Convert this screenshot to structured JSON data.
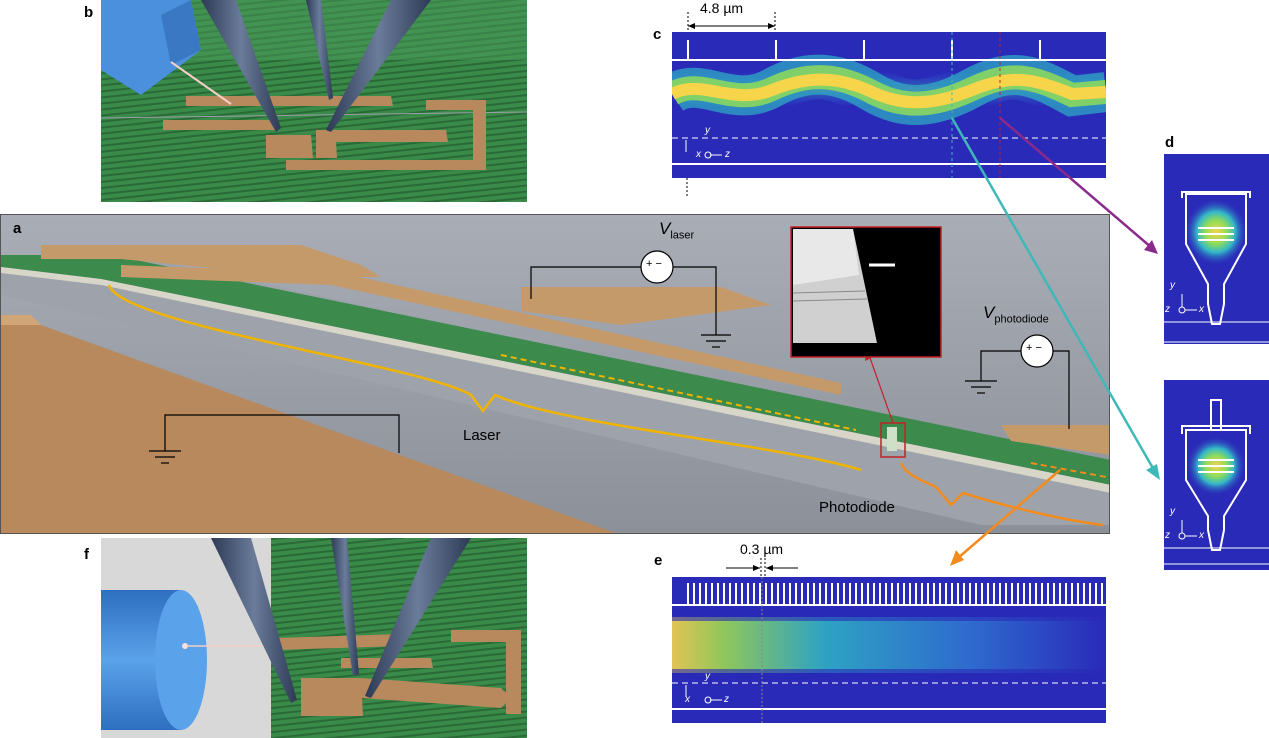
{
  "panels": {
    "a": "a",
    "b": "b",
    "c": "c",
    "d": "d",
    "e": "e",
    "f": "f"
  },
  "panel_a": {
    "v_laser": "V",
    "v_laser_sub": "laser",
    "v_photodiode": "V",
    "v_photodiode_sub": "photodiode",
    "laser_label": "Laser",
    "photodiode_label": "Photodiode",
    "source_symbol": "+ −"
  },
  "panel_c": {
    "scale": "4.8 µm",
    "axis_y": "y",
    "axis_x": "x",
    "axis_z": "z"
  },
  "panel_d": {
    "axis_y": "y",
    "axis_z": "z",
    "axis_x": "x"
  },
  "panel_e": {
    "scale": "0.3 µm",
    "axis_y": "y",
    "axis_x": "x",
    "axis_z": "z"
  },
  "colors": {
    "field_bg": "#2a2ab8",
    "field_peak": "#f6d54a",
    "gold": "#b7895c",
    "green": "#3c8a4c",
    "bracket_laser": "#f0b400",
    "bracket_pd": "#f28b1e",
    "arrow_red": "#c0222a",
    "arrow_purple": "#8a2a8c",
    "arrow_teal": "#3fb8b8",
    "arrow_orange": "#f28b1e"
  }
}
